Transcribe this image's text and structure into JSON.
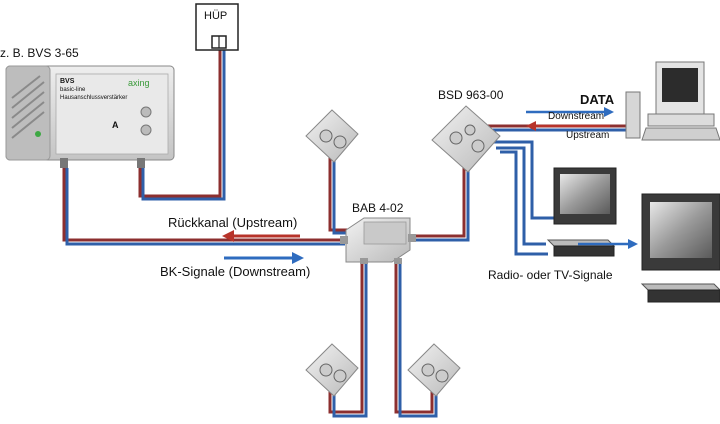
{
  "labels": {
    "amplifier_caption": "z. B. BVS 3-65",
    "hup": "HÜP",
    "bsd": "BSD 963-00",
    "data": "DATA",
    "downstream": "Downstream",
    "upstream": "Upstream",
    "bab": "BAB 4-02",
    "rueckkanal": "Rückkanal (Upstream)",
    "bk_signale": "BK-Signale (Downstream)",
    "radio_tv": "Radio- oder TV-Signale"
  },
  "amplifier": {
    "brand": "axing",
    "model": "BVS",
    "line1": "basic-line",
    "line2": "Hausanschlussverstärker",
    "letter": "A"
  },
  "colors": {
    "downstream_cable": "#2f5fa8",
    "upstream_cable": "#8c2f2f",
    "arrow_red": "#b7332a",
    "arrow_blue": "#2f6cbf",
    "device_body": "#d9d9d9"
  }
}
